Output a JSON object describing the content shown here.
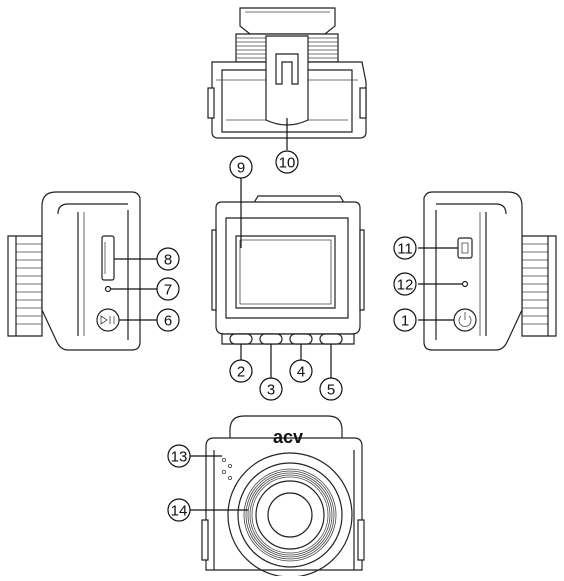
{
  "logo_text": "acv",
  "callouts": [
    {
      "id": "1",
      "label": "1"
    },
    {
      "id": "2",
      "label": "2"
    },
    {
      "id": "3",
      "label": "3"
    },
    {
      "id": "4",
      "label": "4"
    },
    {
      "id": "5",
      "label": "5"
    },
    {
      "id": "6",
      "label": "6"
    },
    {
      "id": "7",
      "label": "7"
    },
    {
      "id": "8",
      "label": "8"
    },
    {
      "id": "9",
      "label": "9"
    },
    {
      "id": "10",
      "label": "10"
    },
    {
      "id": "11",
      "label": "11"
    },
    {
      "id": "12",
      "label": "12"
    },
    {
      "id": "13",
      "label": "13"
    },
    {
      "id": "14",
      "label": "14"
    }
  ],
  "icons": {
    "play_button": "play-pause-icon",
    "power_button": "power-icon"
  },
  "colors": {
    "line": "#222222",
    "background": "#ffffff"
  }
}
